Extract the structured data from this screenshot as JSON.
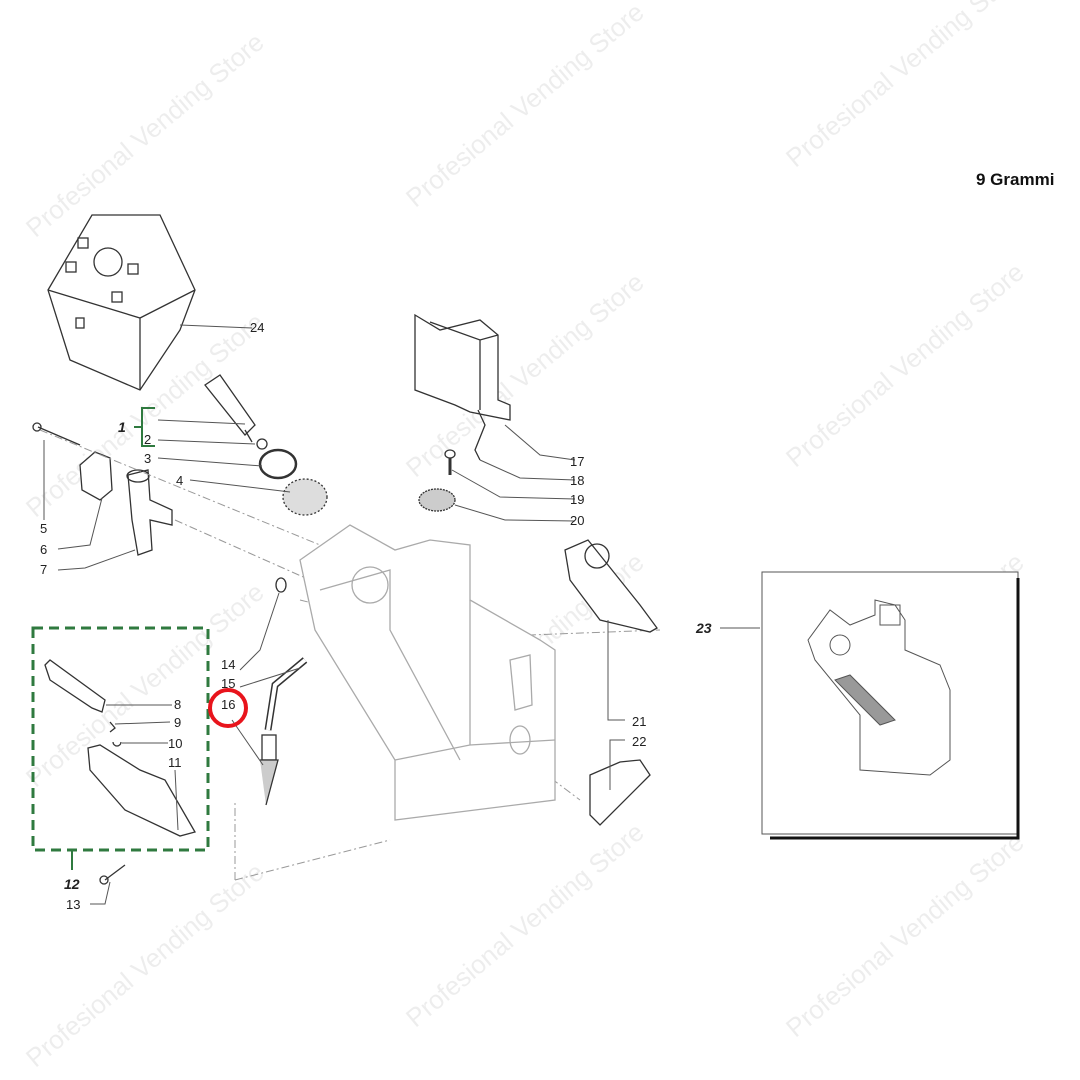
{
  "title": "9 Grammi",
  "watermark": "Profesional Vending Store",
  "highlight_color": "#e8141c",
  "group_color": "#2f7a3f",
  "labels": {
    "p1": "1",
    "p2": "2",
    "p3": "3",
    "p4": "4",
    "p5": "5",
    "p6": "6",
    "p7": "7",
    "p8": "8",
    "p9": "9",
    "p10": "10",
    "p11": "11",
    "p12": "12",
    "p13": "13",
    "p14": "14",
    "p15": "15",
    "p16": "16",
    "p17": "17",
    "p18": "18",
    "p19": "19",
    "p20": "20",
    "p21": "21",
    "p22": "22",
    "p23": "23",
    "p24": "24"
  },
  "highlighted_part": "16"
}
